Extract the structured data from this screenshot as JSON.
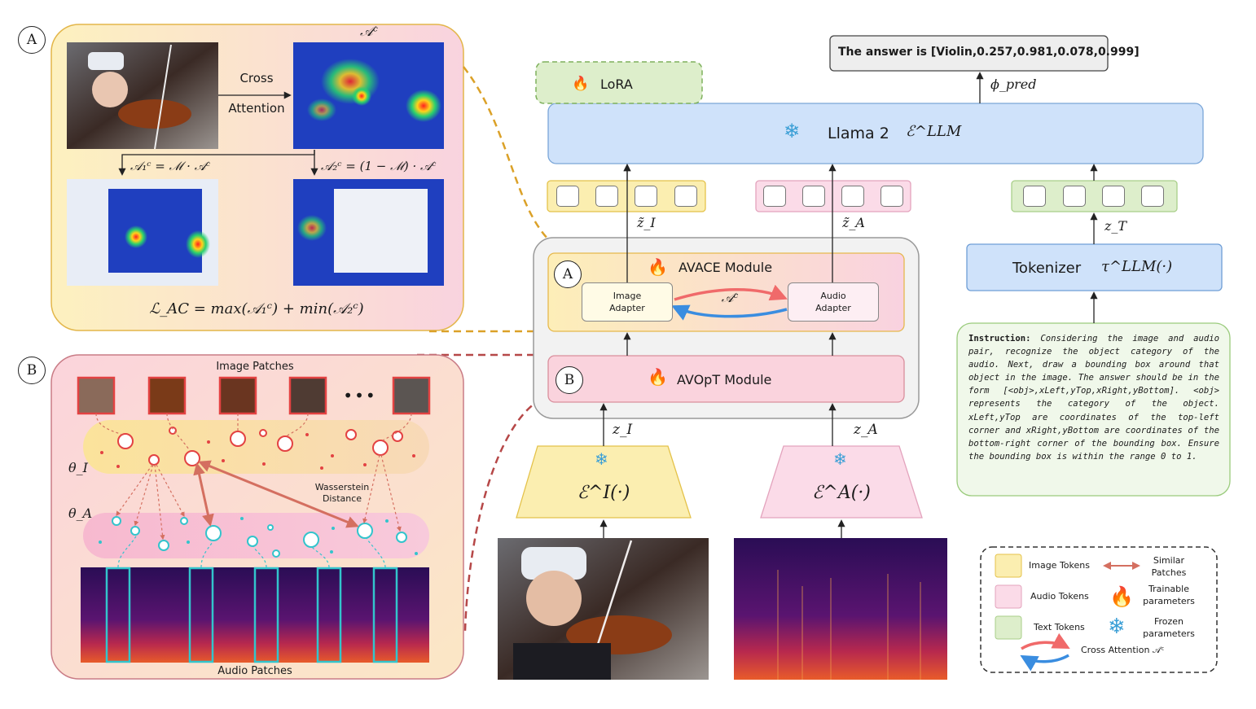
{
  "panel_a": {
    "marker": "A",
    "cross_attention_line1": "Cross",
    "cross_attention_line2": "Attention",
    "attention_map_label": "𝒜ᶜ",
    "a1_formula": "𝒜₁ᶜ = ℳ · 𝒜ᶜ",
    "a2_formula": "𝒜₂ᶜ = (1 − ℳ) · 𝒜ᶜ",
    "loss_formula": "ℒ_AC = max(𝒜₁ᶜ) + min(𝒜₂ᶜ)"
  },
  "panel_b": {
    "marker": "B",
    "image_patches_title": "Image Patches",
    "ellipsis": "•••",
    "theta_i": "θ_I",
    "theta_a": "θ_A",
    "wasserstein_line1": "Wasserstein",
    "wasserstein_line2": "Distance",
    "audio_patches_title": "Audio Patches"
  },
  "pipeline": {
    "lora": "LoRA",
    "llm_name": "Llama 2",
    "llm_symbol": "ℰ^LLM",
    "answer": "The answer is [Violin,0.257,0.981,0.078,0.999]",
    "phi_pred": "ϕ_pred",
    "z_tilde_i": "z̃_I",
    "z_tilde_a": "z̃_A",
    "z_t": "z_T",
    "z_i": "z_I",
    "z_a": "z_A",
    "module_marker_a": "A",
    "module_marker_b": "B",
    "avace_module": "AVACE Module",
    "avopt_module": "AVOpT Module",
    "image_adapter_line1": "Image",
    "image_adapter_line2": "Adapter",
    "audio_adapter_line1": "Audio",
    "audio_adapter_line2": "Adapter",
    "adapter_attention": "𝒜ᶜ",
    "tokenizer": "Tokenizer",
    "tokenizer_symbol": "τ^LLM(·)",
    "image_encoder": "ℰ^I(·)",
    "audio_encoder": "ℰ^A(·)"
  },
  "instruction": {
    "label": "Instruction:",
    "text": "Considering the image and audio pair, recognize the object category of the audio. Next, draw a bounding box around that object in the image. The answer should be in the form [<obj>,xLeft,yTop,xRight,yBottom]. <obj> represents the category of the object. xLeft,yTop are coordinates of the top-left corner and xRight,yBottom are coordinates of the bottom-right corner of the bounding box. Ensure the bounding box is within the range 0 to 1."
  },
  "legend": {
    "image_tokens": "Image Tokens",
    "audio_tokens": "Audio Tokens",
    "text_tokens": "Text Tokens",
    "similar_patches_line1": "Similar",
    "similar_patches_line2": "Patches",
    "trainable_line1": "Trainable",
    "trainable_line2": "parameters",
    "frozen_line1": "Frozen",
    "frozen_line2": "parameters",
    "cross_attention": "Cross Attention 𝒜ᶜ"
  },
  "colors": {
    "image_yellow": "#fbeeb0",
    "audio_pink": "#fbdbe8",
    "text_green": "#ddeecb",
    "llm_blue": "#cfe2fa",
    "frozen_icon": "#3b9fd6",
    "arrow_red": "#f06a6a",
    "arrow_blue": "#3a8de0",
    "wasserstein": "#d46f60",
    "cyan": "#33c4cc"
  }
}
